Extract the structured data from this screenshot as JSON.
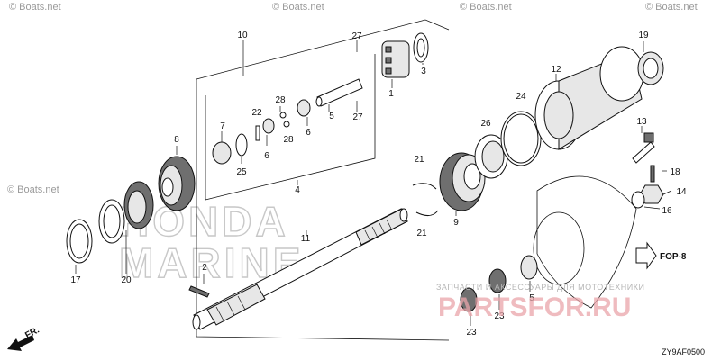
{
  "diagram_code": "ZY9AF0500",
  "reference_tag": "FOP-8",
  "front_indicator": "FR.",
  "watermarks": {
    "top_repeat": [
      "© Boats.net",
      "© Boats.net",
      "© Boats.net",
      "© Boats.net"
    ],
    "left": "© Boats.net",
    "brand_line1": "HONDA",
    "brand_line2": "MARINE",
    "ru_banner": "ЗАПЧАСТИ И АКСЕССУАРЫ ДЛЯ МОТОТЕХНИКИ",
    "ru_site": "PARTSFOR.RU"
  },
  "callouts": {
    "c1": "1",
    "c2": "2",
    "c3": "3",
    "c4": "4",
    "c5a": "5",
    "c5b": "5",
    "c6a": "6",
    "c6b": "6",
    "c7": "7",
    "c8": "8",
    "c9": "9",
    "c10": "10",
    "c11": "11",
    "c12": "12",
    "c13": "13",
    "c14": "14",
    "c16": "16",
    "c17": "17",
    "c18": "18",
    "c19": "19",
    "c20": "20",
    "c21a": "21",
    "c21b": "21",
    "c22": "22",
    "c23a": "23",
    "c23b": "23",
    "c24": "24",
    "c25": "25",
    "c26": "26",
    "c27a": "27",
    "c27b": "27",
    "c28a": "28",
    "c28b": "28"
  }
}
